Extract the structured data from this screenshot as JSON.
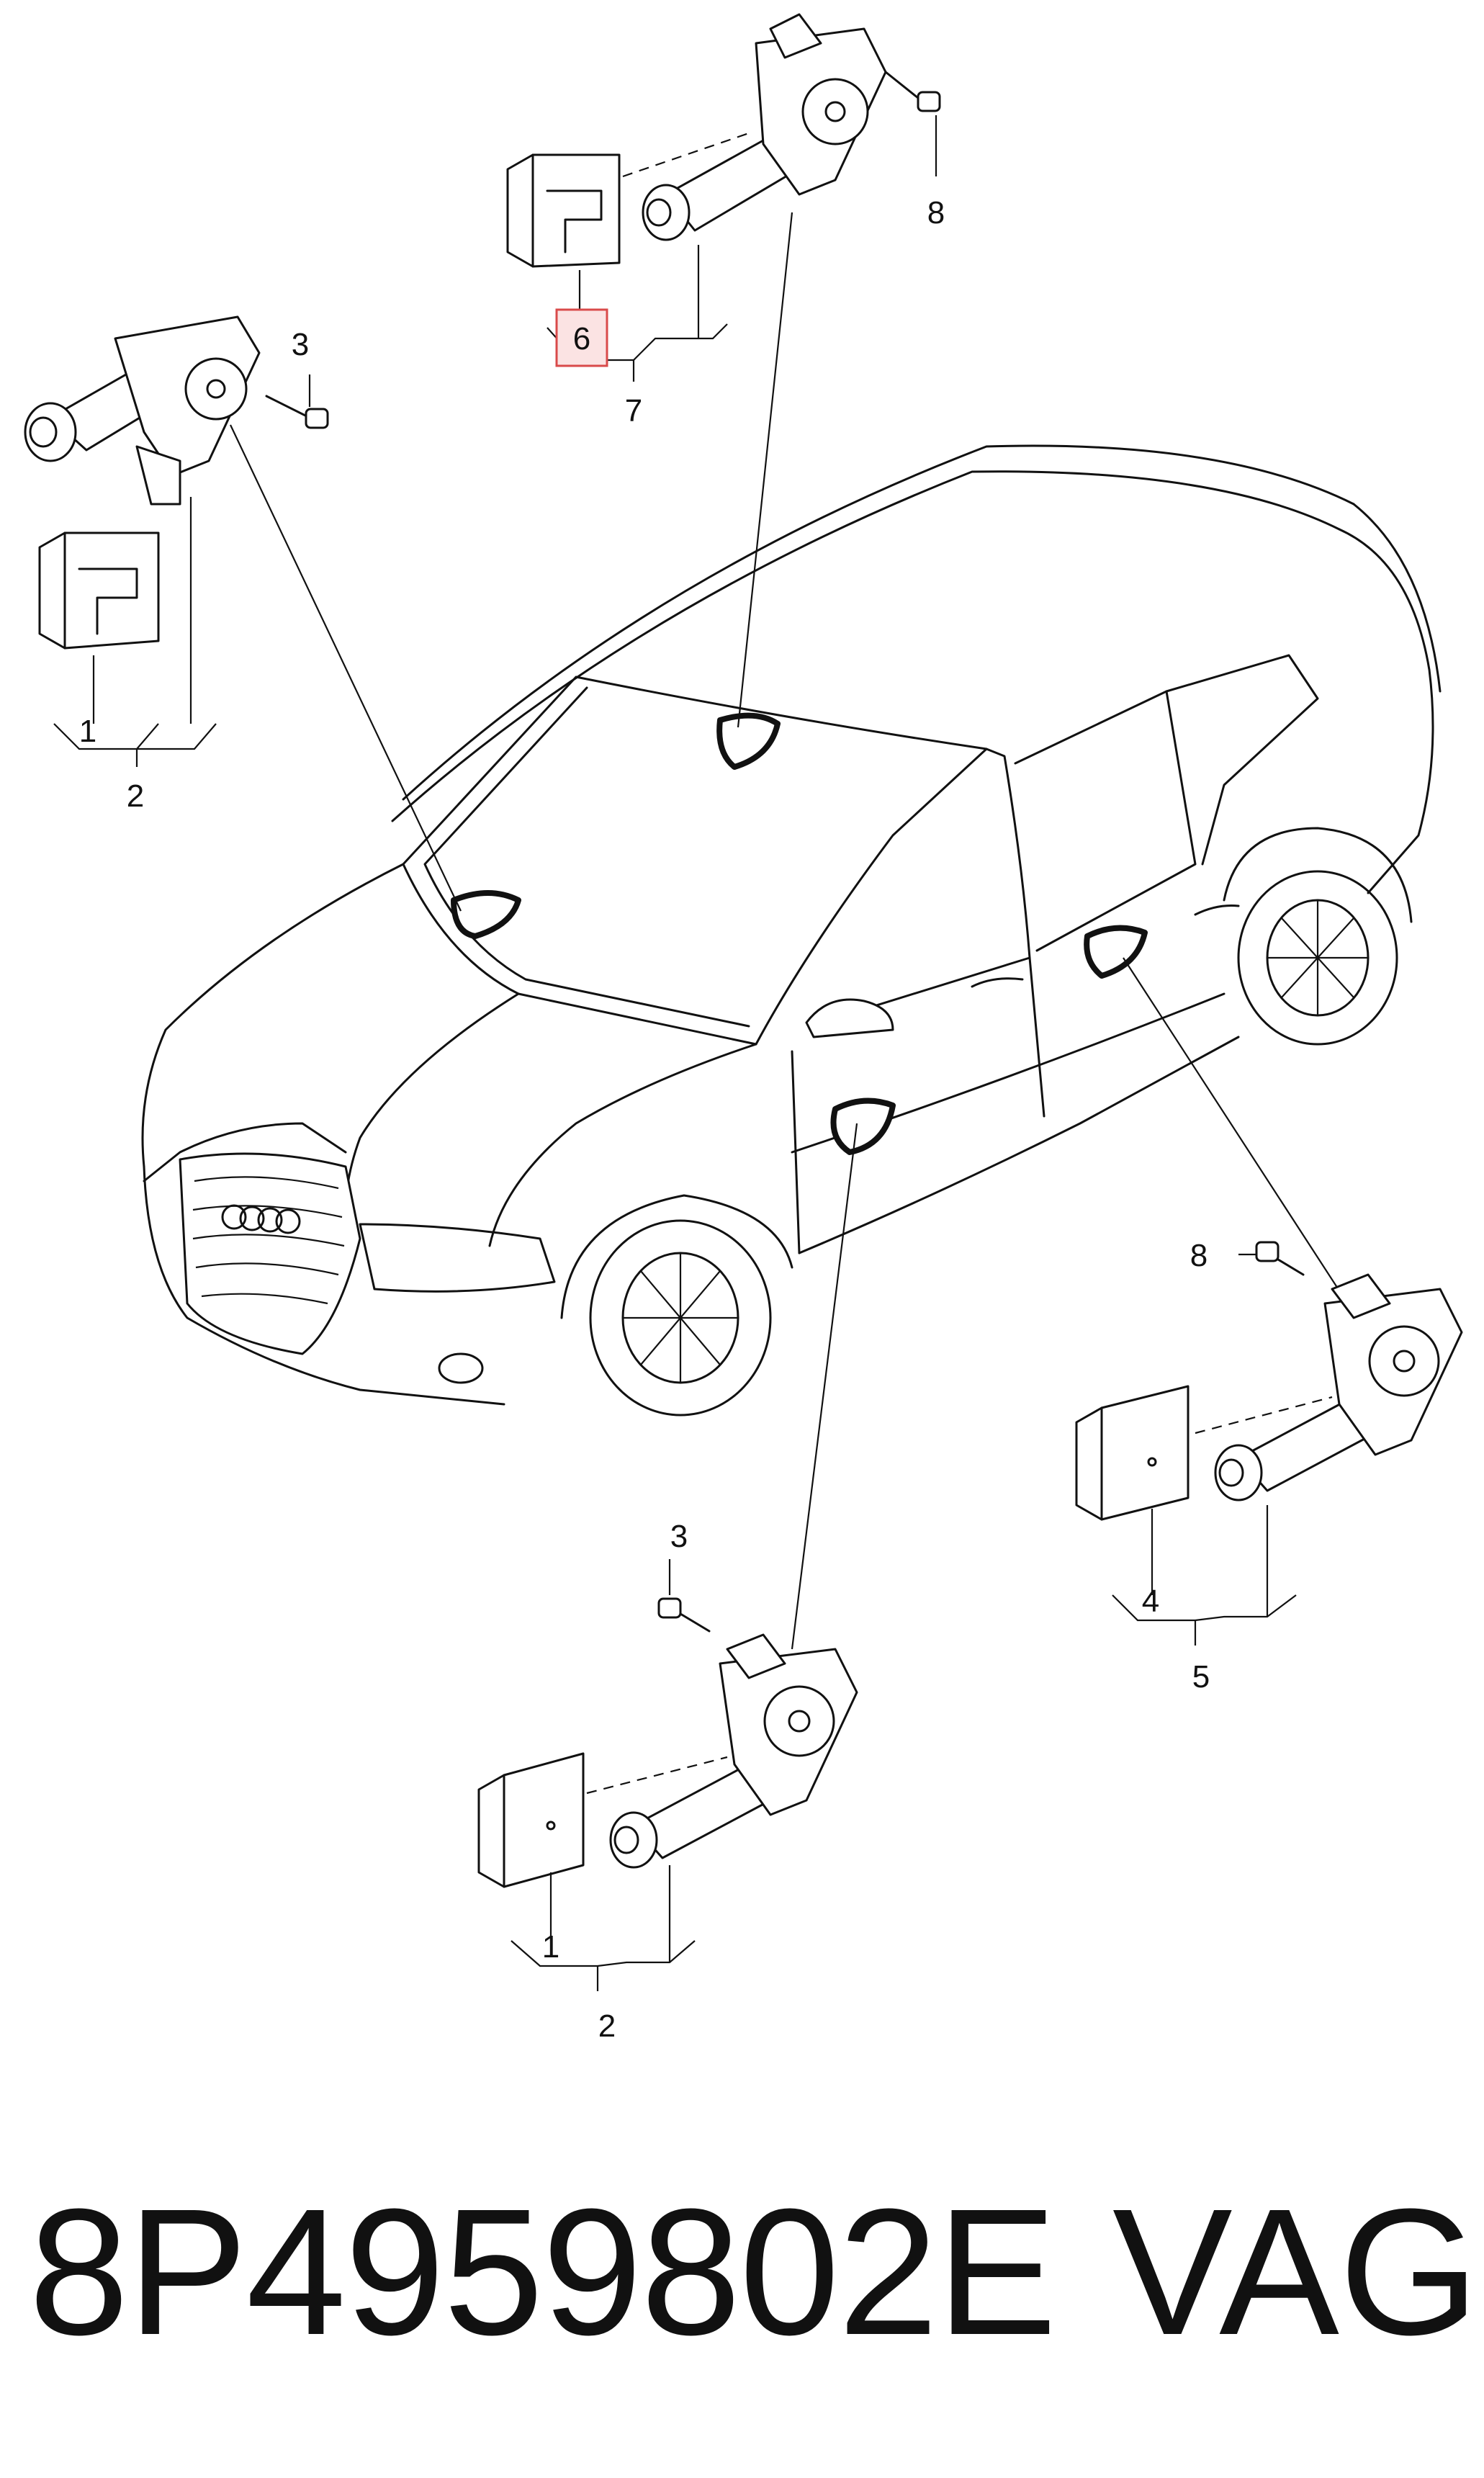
{
  "diagram": {
    "callouts": {
      "top_left_module": "1",
      "top_left_assembly": "2",
      "top_left_screw": "3",
      "top_center_module": "6",
      "top_center_assembly": "7",
      "top_center_screw": "8",
      "right_screw": "8",
      "right_module": "4",
      "right_assembly": "5",
      "bottom_screw": "3",
      "bottom_module": "1",
      "bottom_assembly": "2"
    },
    "highlighted_callout": "6",
    "highlight_color": "#d94a4a"
  },
  "footer": {
    "part_number": "8P4959802E",
    "brand": "VAG"
  }
}
